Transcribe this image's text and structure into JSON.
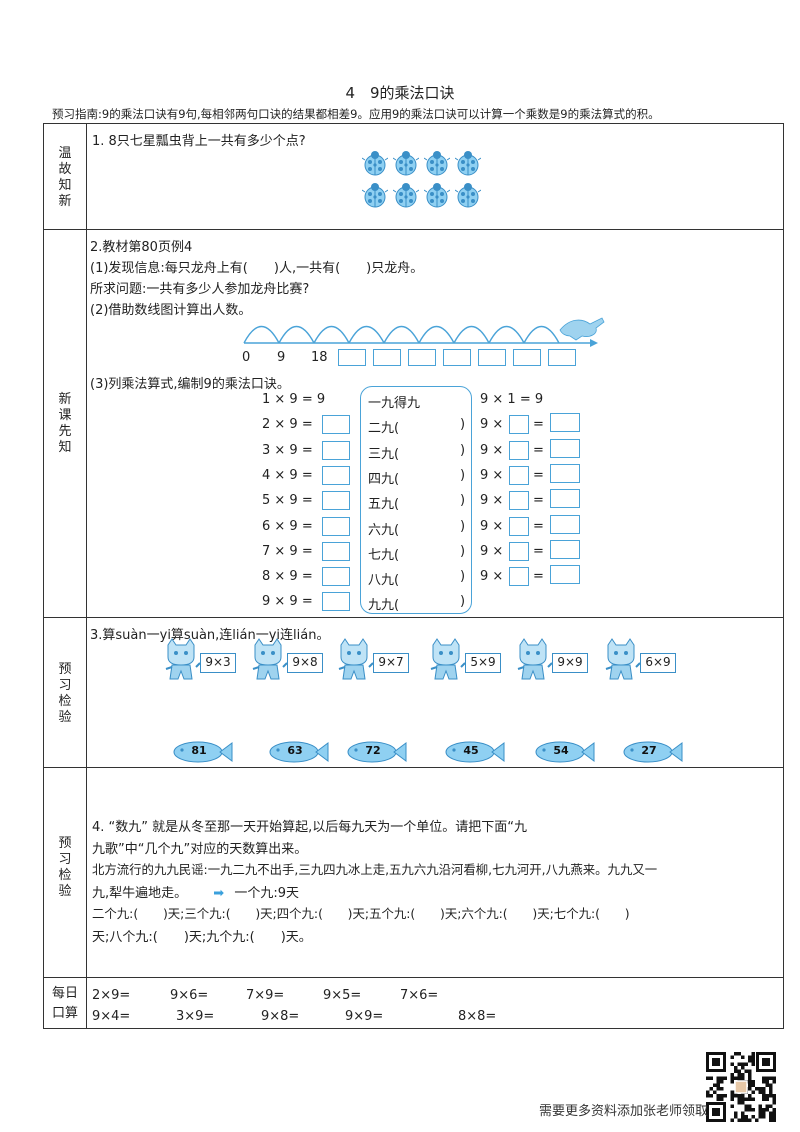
{
  "title": "4　9的乘法口诀",
  "guide": "预习指南:9的乘法口诀有9句,每相邻两句口诀的结果都相差9。应用9的乘法口诀可以计算一个乘数是9的乘法算式的积。",
  "sections": {
    "s1": "温故知新",
    "s2": "新课先知",
    "s3": "预习检验",
    "s4": "预习检验",
    "s5": "每日口算"
  },
  "q1": {
    "text": "1. 8只七星瓢虫背上一共有多少个点?",
    "ladybug_icon": "ladybug-icon"
  },
  "q2": {
    "head": "2.教材第80页例4",
    "p1": "(1)发现信息:每只龙舟上有(　　)人,一共有(　　)只龙舟。",
    "p2": "所求问题:一共有多少人参加龙舟比赛?",
    "p3": "(2)借助数线图计算出人数。",
    "nl0": "0",
    "nl9": "9",
    "nl18": "18",
    "p4": "(3)列乘法算式,编制9的乘法口诀。",
    "mul": [
      "1 × 9 = 9",
      "2 × 9 =",
      "3 × 9 =",
      "4 × 9 =",
      "5 × 9 =",
      "6 × 9 =",
      "7 × 9 =",
      "8 × 9 =",
      "9 × 9 ="
    ],
    "rhyme": [
      "一九得九",
      "二九(",
      "三九(",
      "四九(",
      "五九(",
      "六九(",
      "七九(",
      "八九(",
      "九九("
    ],
    "rparen": ")",
    "right_first": "9 × 1 = 9",
    "right_nine": "9 ×",
    "eq": "="
  },
  "q3": {
    "text": "3.算suàn一yi算suàn,连lián一yi连lián。",
    "cards": [
      "9×3",
      "9×8",
      "9×7",
      "5×9",
      "9×9",
      "6×9"
    ],
    "fish": [
      "81",
      "63",
      "72",
      "45",
      "54",
      "27"
    ]
  },
  "q4": {
    "l1": "4. “数九” 就是从冬至那一天开始算起,以后每九天为一个单位。请把下面“九",
    "l2": "九歌”中“几个九”对应的天数算出来。",
    "l3": "北方流行的九九民谣:一九二九不出手,三九四九冰上走,五九六九沿河看柳,七九河开,八九燕来。九九又一",
    "l4a": "九,犁牛遍地走。",
    "l4b": "一个九:9天",
    "l5": "二个九:(　　)天;三个九:(　　)天;四个九:(　　)天;五个九:(　　)天;六个九:(　　)天;七个九:(　　)",
    "l6": "天;八个九:(　　)天;九个九:(　　)天。"
  },
  "q5": {
    "row1": [
      "2×9=",
      "9×6=",
      "7×9=",
      "9×5=",
      "7×6="
    ],
    "row2": [
      "9×4=",
      "3×9=",
      "9×8=",
      "9×9=",
      "8×8="
    ]
  },
  "footer": "需要更多资料添加张老师领取",
  "colors": {
    "accent": "#4aa3d8",
    "border": "#333333"
  }
}
